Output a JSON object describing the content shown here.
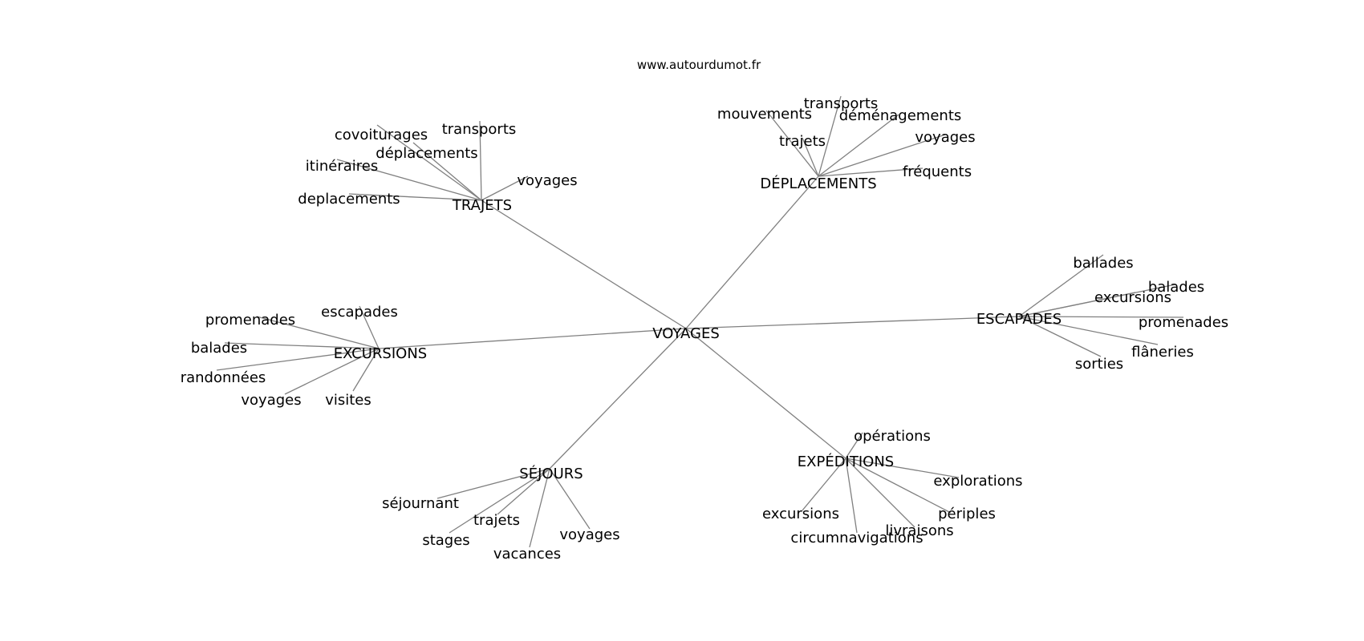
{
  "source": "www.autourdumot.fr",
  "colors": {
    "edge": "#808080",
    "text": "#000000",
    "background": "#ffffff"
  },
  "graph": {
    "center": "VOYAGES",
    "clusters": [
      {
        "id": "trajets",
        "label": "TRAJETS",
        "leaves": [
          "covoiturages",
          "transports",
          "déplacements",
          "itinéraires",
          "voyages",
          "deplacements"
        ]
      },
      {
        "id": "deplacements",
        "label": "DÉPLACEMENTS",
        "leaves": [
          "mouvements",
          "transports",
          "déménagements",
          "trajets",
          "voyages",
          "fréquents"
        ]
      },
      {
        "id": "excursions",
        "label": "EXCURSIONS",
        "leaves": [
          "promenades",
          "escapades",
          "balades",
          "randonnées",
          "voyages",
          "visites"
        ]
      },
      {
        "id": "escapades",
        "label": "ESCAPADES",
        "leaves": [
          "ballades",
          "excursions",
          "balades",
          "promenades",
          "flâneries",
          "sorties"
        ]
      },
      {
        "id": "sejours",
        "label": "SÉJOURS",
        "leaves": [
          "séjournant",
          "trajets",
          "stages",
          "voyages",
          "vacances"
        ]
      },
      {
        "id": "expeditions",
        "label": "EXPÉDITIONS",
        "leaves": [
          "opérations",
          "explorations",
          "excursions",
          "périples",
          "livraisons",
          "circumnavigations"
        ]
      }
    ]
  }
}
